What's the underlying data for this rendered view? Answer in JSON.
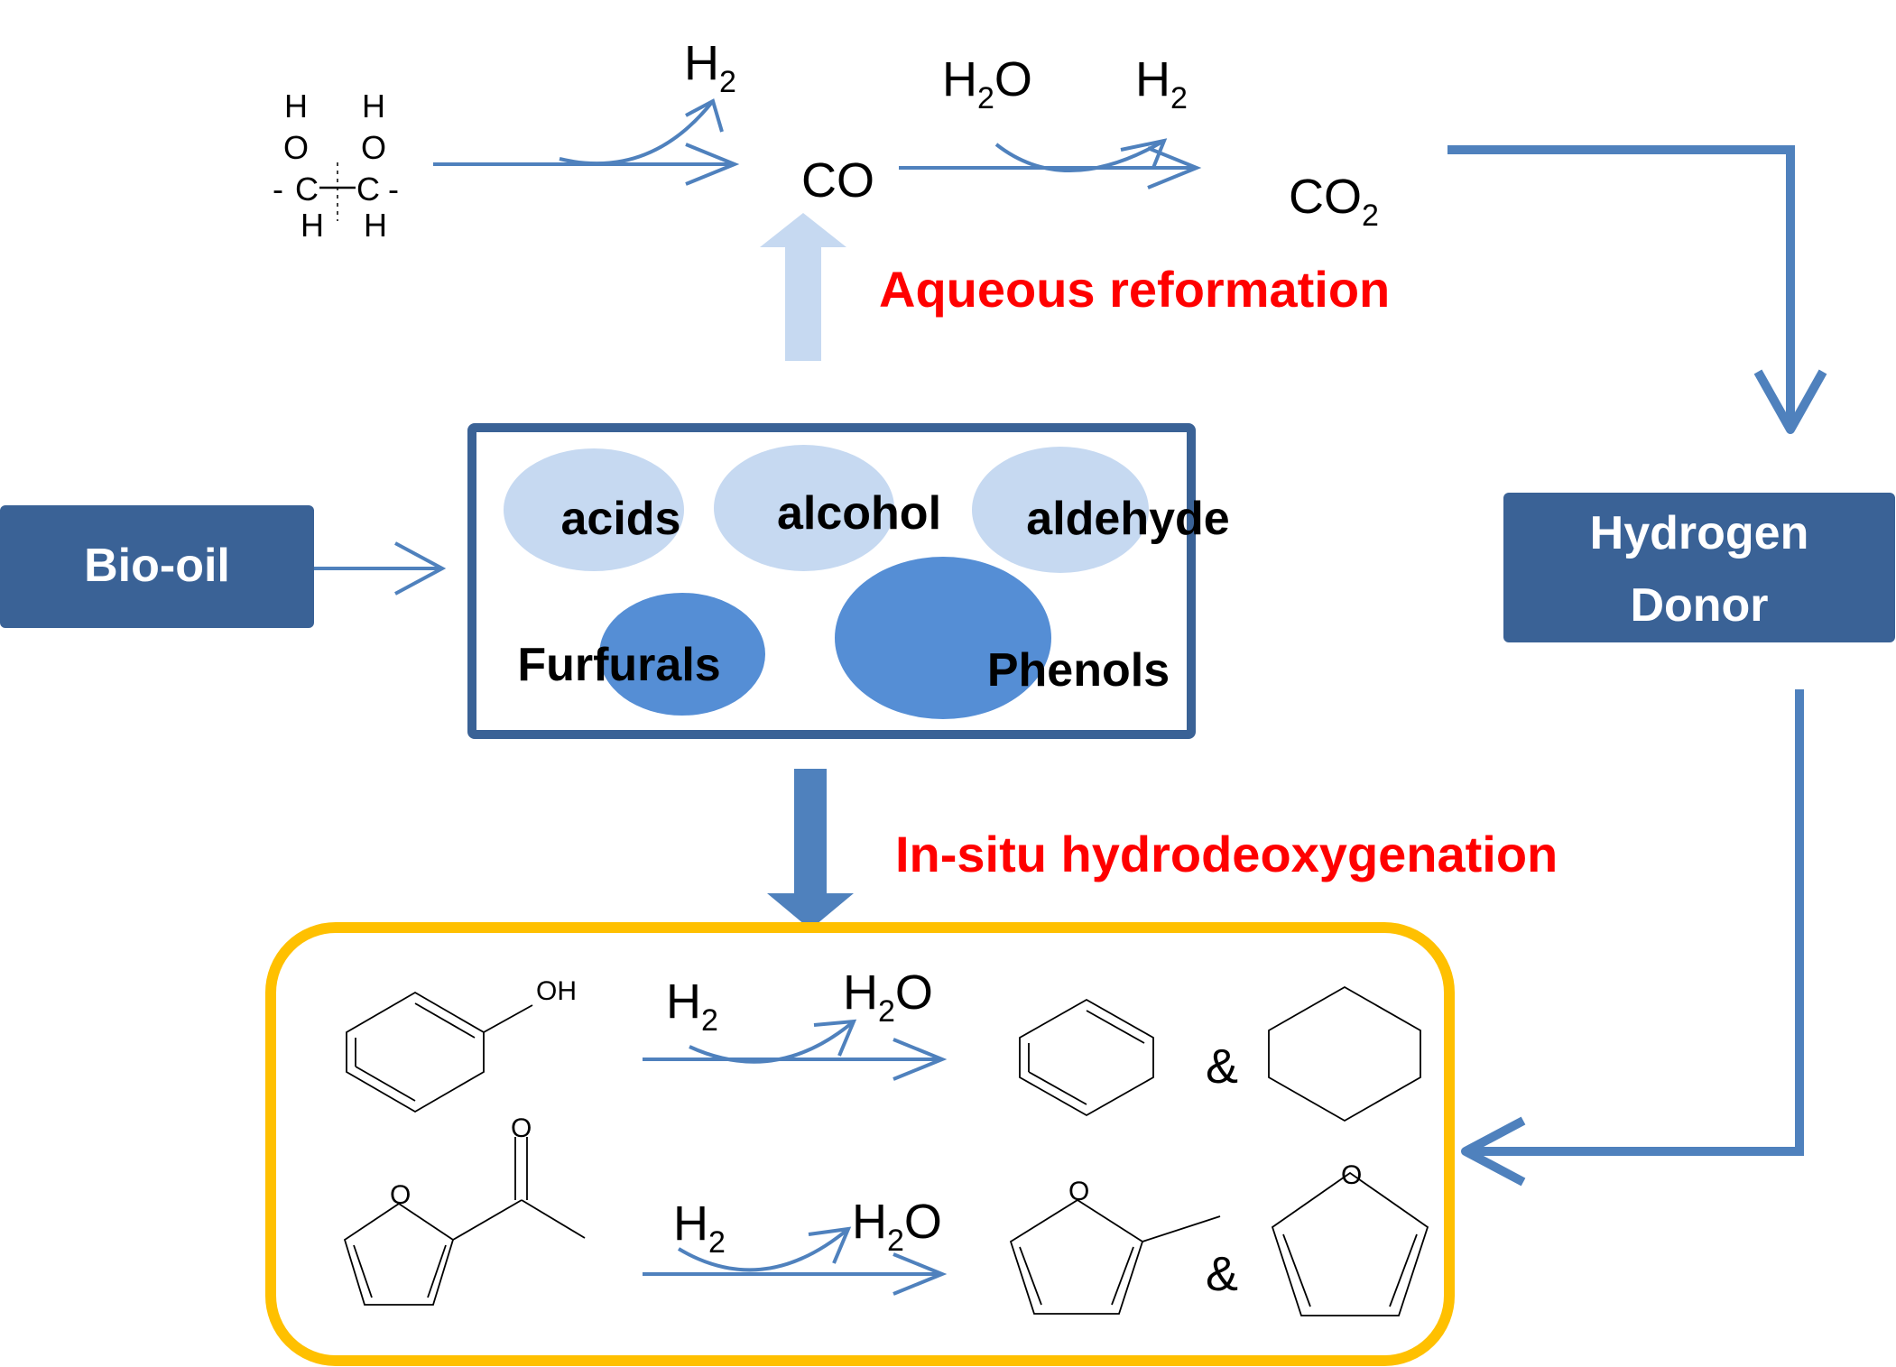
{
  "colors": {
    "primary_blue": "#4f81bd",
    "dark_box": "#3a6296",
    "light_ellipse": "#c6d9f1",
    "dark_ellipse": "#558ed5",
    "orange_border": "#ffc000",
    "red_label": "#ff0000",
    "pale_arrow": "#c6d9f1"
  },
  "bio_oil": {
    "label": "Bio-oil"
  },
  "hydrogen_donor": {
    "line1": "Hydrogen",
    "line2": "Donor"
  },
  "components": {
    "acids": "acids",
    "alcohol": "alcohol",
    "aldehyde": "aldehyde",
    "furfurals": "Furfurals",
    "phenols": "Phenols"
  },
  "labels": {
    "aqueous_reformation": "Aqueous reformation",
    "in_situ_hdo": "In-situ hydrodeoxygenation"
  },
  "reformation": {
    "sugar_unit": {
      "top_h": "H",
      "o": "O",
      "c": "C",
      "dash": "-",
      "bottom_h": "H"
    },
    "h2_out": {
      "symbol": "H",
      "sub": "2"
    },
    "co": "CO",
    "h2o_in": {
      "symbol": "H",
      "sub": "2",
      "tail": "O"
    },
    "h2_out2": {
      "symbol": "H",
      "sub": "2"
    },
    "co2": {
      "symbol": "CO",
      "sub": "2"
    }
  },
  "hdo": {
    "phenol_oh": "OH",
    "r1_h2": {
      "symbol": "H",
      "sub": "2"
    },
    "r1_h2o": {
      "symbol": "H",
      "sub": "2",
      "tail": "O"
    },
    "ampersand": "&",
    "ketone_o": "O",
    "furan_o": "O",
    "r2_h2": {
      "symbol": "H",
      "sub": "2"
    },
    "r2_h2o": {
      "symbol": "H",
      "sub": "2",
      "tail": "O"
    }
  }
}
